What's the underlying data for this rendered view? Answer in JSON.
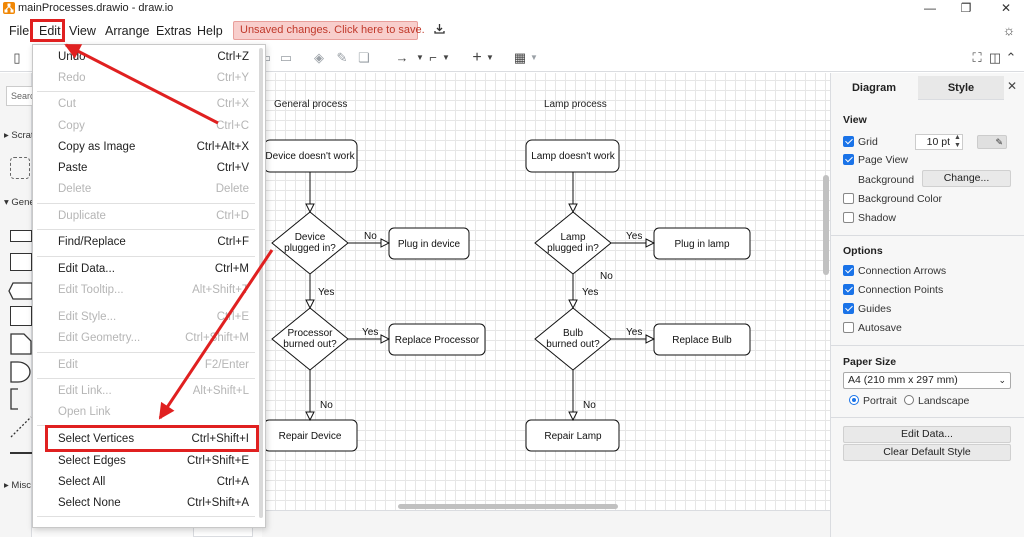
{
  "window": {
    "title": "mainProcesses.drawio - draw.io",
    "minimize": "—",
    "maximize": "❐",
    "close": "✕"
  },
  "menubar": {
    "items": [
      "File",
      "Edit",
      "View",
      "Arrange",
      "Extras",
      "Help"
    ],
    "unsaved_banner": "Unsaved changes. Click here to save."
  },
  "left_panel": {
    "search_placeholder": "Search",
    "sections": [
      "Scratchpad",
      "General",
      "Misc"
    ]
  },
  "edit_menu": {
    "items": [
      {
        "label": "Undo",
        "shortcut": "Ctrl+Z",
        "enabled": true
      },
      {
        "label": "Redo",
        "shortcut": "Ctrl+Y",
        "enabled": false
      },
      {
        "label": "Cut",
        "shortcut": "Ctrl+X",
        "enabled": false
      },
      {
        "label": "Copy",
        "shortcut": "Ctrl+C",
        "enabled": false
      },
      {
        "label": "Copy as Image",
        "shortcut": "Ctrl+Alt+X",
        "enabled": true
      },
      {
        "label": "Paste",
        "shortcut": "Ctrl+V",
        "enabled": true
      },
      {
        "label": "Delete",
        "shortcut": "Delete",
        "enabled": false
      },
      {
        "label": "Duplicate",
        "shortcut": "Ctrl+D",
        "enabled": false
      },
      {
        "label": "Find/Replace",
        "shortcut": "Ctrl+F",
        "enabled": true
      },
      {
        "label": "Edit Data...",
        "shortcut": "Ctrl+M",
        "enabled": true
      },
      {
        "label": "Edit Tooltip...",
        "shortcut": "Alt+Shift+T",
        "enabled": false
      },
      {
        "label": "Edit Style...",
        "shortcut": "Ctrl+E",
        "enabled": false
      },
      {
        "label": "Edit Geometry...",
        "shortcut": "Ctrl+Shift+M",
        "enabled": false
      },
      {
        "label": "Edit",
        "shortcut": "F2/Enter",
        "enabled": false
      },
      {
        "label": "Edit Link...",
        "shortcut": "Alt+Shift+L",
        "enabled": false
      },
      {
        "label": "Open Link",
        "shortcut": "",
        "enabled": false
      },
      {
        "label": "Select Vertices",
        "shortcut": "Ctrl+Shift+I",
        "enabled": true
      },
      {
        "label": "Select Edges",
        "shortcut": "Ctrl+Shift+E",
        "enabled": true
      },
      {
        "label": "Select All",
        "shortcut": "Ctrl+A",
        "enabled": true
      },
      {
        "label": "Select None",
        "shortcut": "Ctrl+Shift+A",
        "enabled": true
      }
    ]
  },
  "diagram": {
    "general": {
      "title": "General process",
      "start": "Device doesn't work",
      "q1": [
        "Device",
        "plugged in?"
      ],
      "a1": "Plug in device",
      "q2": [
        "Processor",
        "burned out?"
      ],
      "a2": "Replace Processor",
      "end": "Repair Device"
    },
    "lamp": {
      "title": "Lamp process",
      "start": "Lamp doesn't work",
      "q1": [
        "Lamp",
        "plugged in?"
      ],
      "a1": "Plug in lamp",
      "q2": [
        "Bulb",
        "burned out?"
      ],
      "a2": "Replace Bulb",
      "end": "Repair Lamp"
    },
    "labels": {
      "yes": "Yes",
      "no": "No"
    }
  },
  "right_panel": {
    "tabs": [
      "Diagram",
      "Style"
    ],
    "view": {
      "heading": "View",
      "grid": "Grid",
      "grid_size": "10 pt",
      "page_view": "Page View",
      "background": "Background",
      "change_button": "Change...",
      "background_color": "Background Color",
      "shadow": "Shadow"
    },
    "options": {
      "heading": "Options",
      "connection_arrows": "Connection Arrows",
      "connection_points": "Connection Points",
      "guides": "Guides",
      "autosave": "Autosave"
    },
    "paper": {
      "heading": "Paper Size",
      "size": "A4 (210 mm x 297 mm)",
      "portrait": "Portrait",
      "landscape": "Landscape"
    },
    "edit_data_button": "Edit Data...",
    "clear_style_button": "Clear Default Style"
  },
  "colors": {
    "annotation_red": "#e02020",
    "accent": "#1a73e8",
    "banner_bg": "#f8cecc"
  }
}
